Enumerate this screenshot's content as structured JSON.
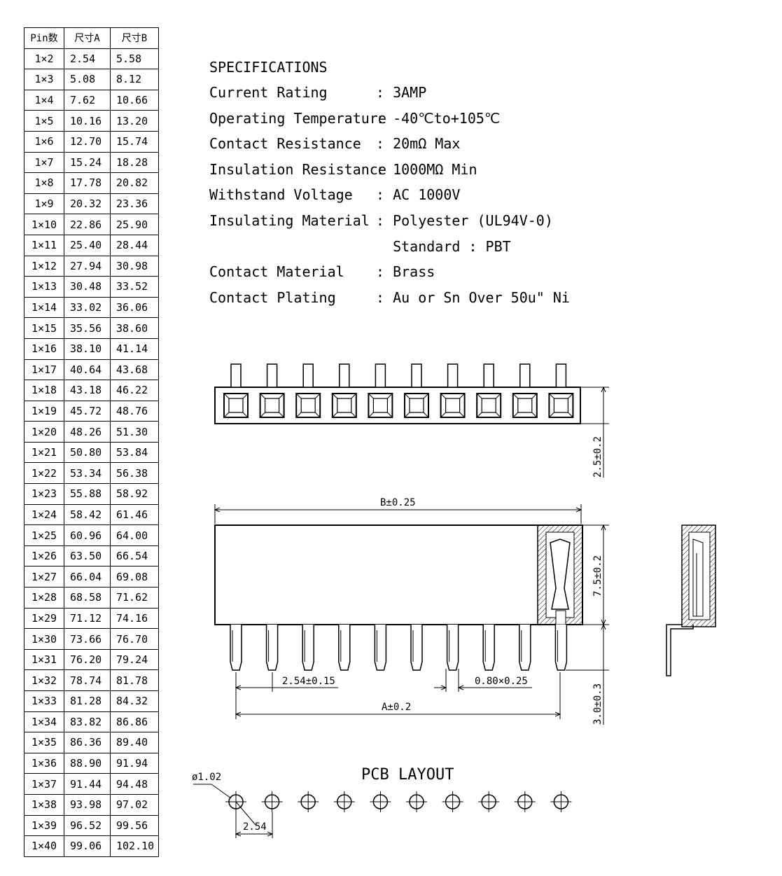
{
  "table": {
    "headers": [
      "Pin数",
      "尺寸A",
      "尺寸B"
    ],
    "rows": [
      [
        "1×2",
        "2.54",
        "5.58"
      ],
      [
        "1×3",
        "5.08",
        "8.12"
      ],
      [
        "1×4",
        "7.62",
        "10.66"
      ],
      [
        "1×5",
        "10.16",
        "13.20"
      ],
      [
        "1×6",
        "12.70",
        "15.74"
      ],
      [
        "1×7",
        "15.24",
        "18.28"
      ],
      [
        "1×8",
        "17.78",
        "20.82"
      ],
      [
        "1×9",
        "20.32",
        "23.36"
      ],
      [
        "1×10",
        "22.86",
        "25.90"
      ],
      [
        "1×11",
        "25.40",
        "28.44"
      ],
      [
        "1×12",
        "27.94",
        "30.98"
      ],
      [
        "1×13",
        "30.48",
        "33.52"
      ],
      [
        "1×14",
        "33.02",
        "36.06"
      ],
      [
        "1×15",
        "35.56",
        "38.60"
      ],
      [
        "1×16",
        "38.10",
        "41.14"
      ],
      [
        "1×17",
        "40.64",
        "43.68"
      ],
      [
        "1×18",
        "43.18",
        "46.22"
      ],
      [
        "1×19",
        "45.72",
        "48.76"
      ],
      [
        "1×20",
        "48.26",
        "51.30"
      ],
      [
        "1×21",
        "50.80",
        "53.84"
      ],
      [
        "1×22",
        "53.34",
        "56.38"
      ],
      [
        "1×23",
        "55.88",
        "58.92"
      ],
      [
        "1×24",
        "58.42",
        "61.46"
      ],
      [
        "1×25",
        "60.96",
        "64.00"
      ],
      [
        "1×26",
        "63.50",
        "66.54"
      ],
      [
        "1×27",
        "66.04",
        "69.08"
      ],
      [
        "1×28",
        "68.58",
        "71.62"
      ],
      [
        "1×29",
        "71.12",
        "74.16"
      ],
      [
        "1×30",
        "73.66",
        "76.70"
      ],
      [
        "1×31",
        "76.20",
        "79.24"
      ],
      [
        "1×32",
        "78.74",
        "81.78"
      ],
      [
        "1×33",
        "81.28",
        "84.32"
      ],
      [
        "1×34",
        "83.82",
        "86.86"
      ],
      [
        "1×35",
        "86.36",
        "89.40"
      ],
      [
        "1×36",
        "88.90",
        "91.94"
      ],
      [
        "1×37",
        "91.44",
        "94.48"
      ],
      [
        "1×38",
        "93.98",
        "97.02"
      ],
      [
        "1×39",
        "96.52",
        "99.56"
      ],
      [
        "1×40",
        "99.06",
        "102.10"
      ]
    ]
  },
  "specs": {
    "title": "SPECIFICATIONS",
    "items": [
      {
        "label": "Current Rating",
        "value": ": 3AMP"
      },
      {
        "label": "Operating Temperature",
        "value": ": -40℃to+105℃"
      },
      {
        "label": "Contact Resistance",
        "value": ": 20mΩ Max"
      },
      {
        "label": "Insulation Resistance",
        "value": ": 1000MΩ Min"
      },
      {
        "label": "Withstand Voltage",
        "value": ": AC 1000V"
      },
      {
        "label": "Insulating Material",
        "value": ": Polyester (UL94V-0)"
      },
      {
        "label": "",
        "value": "  Standard : PBT"
      },
      {
        "label": "Contact Material",
        "value": ": Brass"
      },
      {
        "label": "Contact Plating",
        "value": ": Au or Sn Over 50u\" Ni"
      }
    ]
  },
  "drawing": {
    "top_view_pins": 10,
    "dim_height_top": "2.5±0.2",
    "dim_length": "B±0.25",
    "dim_body_height": "7.5±0.2",
    "dim_pin_length": "3.0±0.3",
    "dim_pitch": "2.54±0.15",
    "dim_pin_width": "0.80×0.25",
    "dim_a": "A±0.2"
  },
  "pcb": {
    "title": "PCB LAYOUT",
    "hole_dia": "ø1.02",
    "pitch": "2.54",
    "holes": 10
  }
}
